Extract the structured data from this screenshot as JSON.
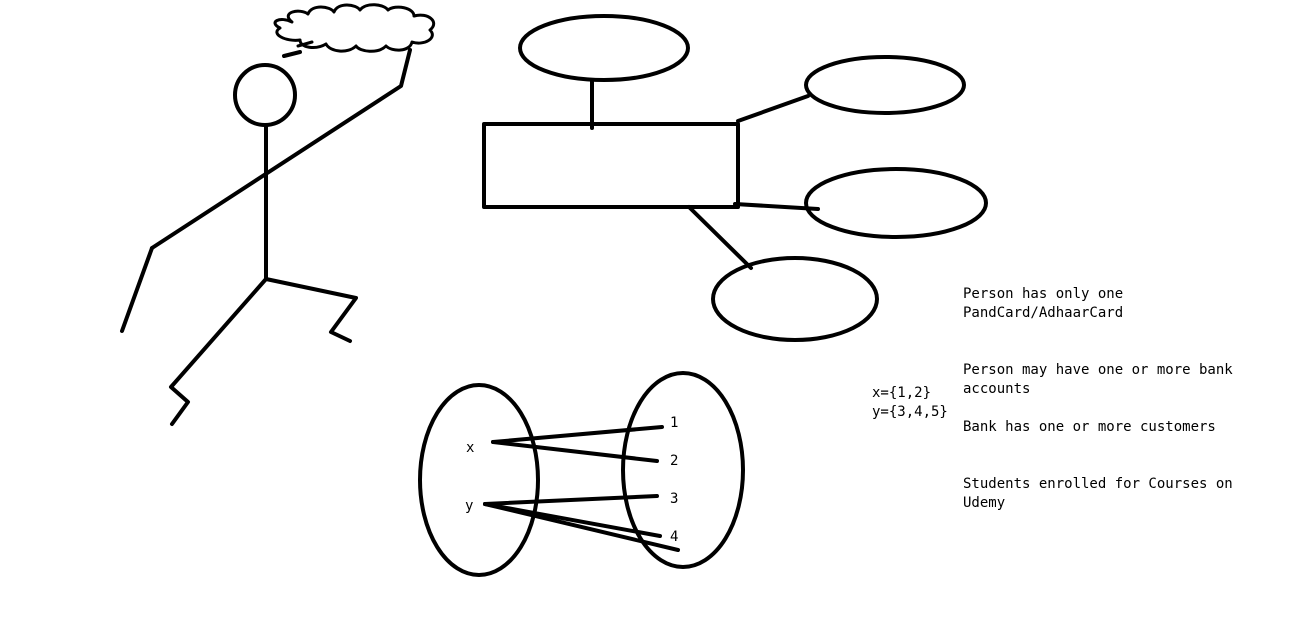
{
  "sets": {
    "left_elements": [
      "x",
      "y"
    ],
    "right_elements": [
      "1",
      "2",
      "3",
      "4"
    ],
    "definition_x": "x={1,2}",
    "definition_y": "y={3,4,5}"
  },
  "notes": [
    {
      "line1": "Person has only one",
      "line2": "PandCard/AdhaarCard"
    },
    {
      "line1": "Person may have one or more bank",
      "line2": "accounts"
    },
    {
      "line1": "Bank has one or more customers",
      "line2": ""
    },
    {
      "line1": "Students enrolled for Courses on",
      "line2": "Udemy"
    }
  ],
  "colors": {
    "ink": "#000000",
    "background": "#ffffff"
  }
}
